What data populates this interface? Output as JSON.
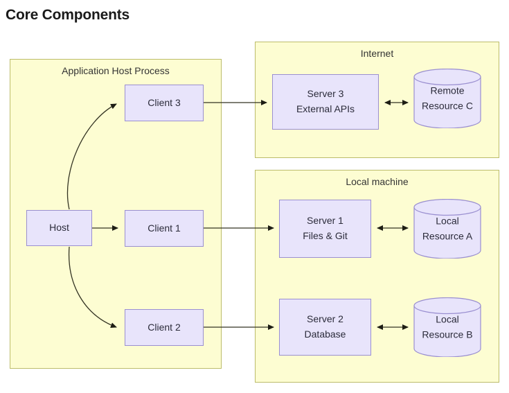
{
  "page": {
    "title": "Core Components"
  },
  "groups": [
    {
      "id": "app-host",
      "label": "Application Host Process"
    },
    {
      "id": "internet",
      "label": "Internet"
    },
    {
      "id": "local",
      "label": "Local machine"
    }
  ],
  "nodes": {
    "host": {
      "label": "Host"
    },
    "client3": {
      "label": "Client 3"
    },
    "client1": {
      "label": "Client 1"
    },
    "client2": {
      "label": "Client 2"
    },
    "server3": {
      "line1": "Server 3",
      "line2": "External APIs"
    },
    "server1": {
      "line1": "Server 1",
      "line2": "Files & Git"
    },
    "server2": {
      "line1": "Server 2",
      "line2": "Database"
    }
  },
  "resources": {
    "remote_c": {
      "line1": "Remote",
      "line2": "Resource C"
    },
    "local_a": {
      "line1": "Local",
      "line2": "Resource A"
    },
    "local_b": {
      "line1": "Local",
      "line2": "Resource B"
    }
  },
  "colors": {
    "group_fill": "#fdfdd2",
    "group_border": "#bcbc6a",
    "node_fill": "#e8e4fb",
    "node_border": "#9a8fd0",
    "edge": "#333322",
    "title_text": "#1a1a1a"
  },
  "edges": [
    {
      "from": "host",
      "to": "client3",
      "style": "curved",
      "arrows": "one-way"
    },
    {
      "from": "host",
      "to": "client1",
      "style": "straight",
      "arrows": "one-way"
    },
    {
      "from": "host",
      "to": "client2",
      "style": "curved",
      "arrows": "one-way"
    },
    {
      "from": "client3",
      "to": "server3",
      "style": "straight",
      "arrows": "one-way"
    },
    {
      "from": "client1",
      "to": "server1",
      "style": "straight",
      "arrows": "one-way"
    },
    {
      "from": "client2",
      "to": "server2",
      "style": "straight",
      "arrows": "one-way"
    },
    {
      "from": "server3",
      "to": "remote_c",
      "style": "straight",
      "arrows": "two-way"
    },
    {
      "from": "server1",
      "to": "local_a",
      "style": "straight",
      "arrows": "two-way"
    },
    {
      "from": "server2",
      "to": "local_b",
      "style": "straight",
      "arrows": "two-way"
    }
  ]
}
